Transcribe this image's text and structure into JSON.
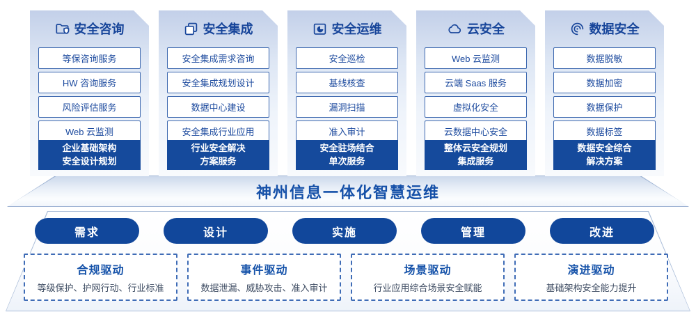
{
  "colors": {
    "primary_text_blue": "#17459a",
    "item_border_blue": "#3a66ae",
    "item_text_blue": "#1c4a9e",
    "footer_fill_blue": "#154a9c",
    "pill_fill_blue": "#11479b",
    "banner_text_blue": "#1550a8",
    "driver_title_blue": "#1552a9",
    "driver_desc_gray": "#3f4d63",
    "card_gradient_top": "#c3d0e9",
    "dashed_border_blue": "#3f6cb6"
  },
  "columns": [
    {
      "title": "安全咨询",
      "icon": "folder-shield-icon",
      "items": [
        "等保咨询服务",
        "HW 咨询服务",
        "风险评估服务",
        "Web 云监测"
      ],
      "footer_line1": "企业基础架构",
      "footer_line2": "安全设计规划"
    },
    {
      "title": "安全集成",
      "icon": "copy-docs-icon",
      "items": [
        "安全集成需求咨询",
        "安全集成规划设计",
        "数据中心建设",
        "安全集成行业应用"
      ],
      "footer_line1": "行业安全解决",
      "footer_line2": "方案服务"
    },
    {
      "title": "安全运维",
      "icon": "folder-chart-icon",
      "items": [
        "安全巡检",
        "基线核查",
        "漏洞扫描",
        "准入审计"
      ],
      "footer_line1": "安全驻场结合",
      "footer_line2": "单次服务"
    },
    {
      "title": "云安全",
      "icon": "cloud-icon",
      "items": [
        "Web 云监测",
        "云端 Saas 服务",
        "虚拟化安全",
        "云数据中心安全"
      ],
      "footer_line1": "整体云安全规划",
      "footer_line2": "集成服务"
    },
    {
      "title": "数据安全",
      "icon": "fingerprint-icon",
      "items": [
        "数据脱敏",
        "数据加密",
        "数据保护",
        "数据标签"
      ],
      "footer_line1": "数据安全综合",
      "footer_line2": "解决方案"
    }
  ],
  "banner": {
    "title": "神州信息一体化智慧运维"
  },
  "process_steps": [
    "需求",
    "设计",
    "实施",
    "管理",
    "改进"
  ],
  "drivers": [
    {
      "title": "合规驱动",
      "desc": "等级保护、护网行动、行业标准"
    },
    {
      "title": "事件驱动",
      "desc": "数据泄漏、威胁攻击、准入审计"
    },
    {
      "title": "场景驱动",
      "desc": "行业应用综合场景安全赋能"
    },
    {
      "title": "演进驱动",
      "desc": "基础架构安全能力提升"
    }
  ]
}
